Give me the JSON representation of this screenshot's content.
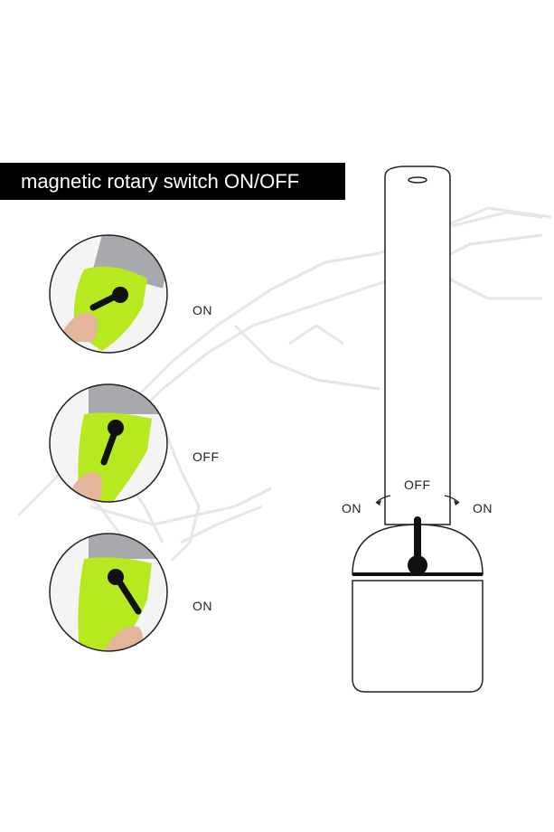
{
  "title": "magnetic rotary switch ON/OFF",
  "steps": [
    {
      "label": "ON"
    },
    {
      "label": "OFF"
    },
    {
      "label": "ON"
    }
  ],
  "diagram": {
    "top_label": "OFF",
    "left_label": "ON",
    "right_label": "ON"
  },
  "colors": {
    "flashlight_body": "#b6e91f",
    "metal_ring": "#a7a9ac",
    "switch_knob": "#111111",
    "banner_bg": "#000000",
    "banner_text": "#ffffff"
  }
}
